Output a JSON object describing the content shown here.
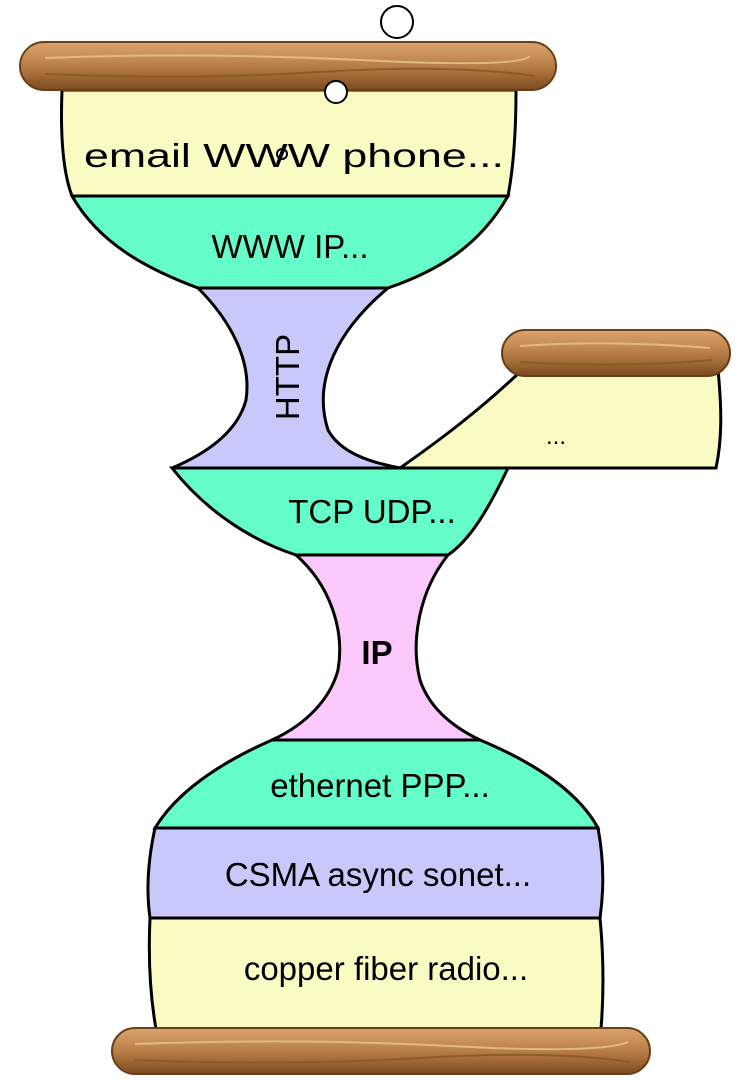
{
  "diagram": {
    "layers": {
      "applications": "email  WWW  phone...",
      "app_protocols": "WWW IP...",
      "http": "HTTP",
      "branch": "...",
      "transport": "TCP  UDP...",
      "ip": "IP",
      "link": "ethernet  PPP...",
      "mac": "CSMA  async  sonet...",
      "physical": "copper  fiber  radio..."
    },
    "colors": {
      "cream": "#fafac3",
      "green": "#64fcc8",
      "lavender": "#c8c8fa",
      "pink": "#fac8fa",
      "wood": "#b57a43",
      "wood_dark": "#7a4a20",
      "wood_light": "#d7a36f"
    }
  }
}
